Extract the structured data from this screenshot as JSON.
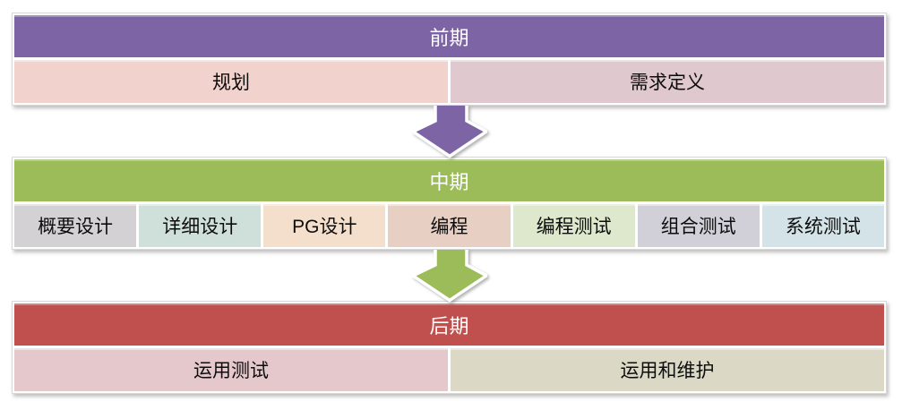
{
  "diagram": {
    "bands": [
      {
        "id": "early",
        "title": "前期",
        "header_color": "#7d64a5",
        "cells": [
          {
            "label": "规划",
            "bg": "#f2d2cc"
          },
          {
            "label": "需求定义",
            "bg": "#dfc8ce"
          }
        ]
      },
      {
        "id": "middle",
        "title": "中期",
        "header_color": "#9cbb59",
        "cells": [
          {
            "label": "概要设计",
            "bg": "#d3d1d3"
          },
          {
            "label": "详细设计",
            "bg": "#cfdfda"
          },
          {
            "label": "PG设计",
            "bg": "#f4dfcd"
          },
          {
            "label": "编程",
            "bg": "#e7cfc4"
          },
          {
            "label": "编程测试",
            "bg": "#dde8cc"
          },
          {
            "label": "组合测试",
            "bg": "#d1cfd8"
          },
          {
            "label": "系统测试",
            "bg": "#d4e3e7"
          }
        ]
      },
      {
        "id": "late",
        "title": "后期",
        "header_color": "#c0504d",
        "cells": [
          {
            "label": "运用测试",
            "bg": "#e5c8cc"
          },
          {
            "label": "运用和维护",
            "bg": "#dbd9c6"
          }
        ]
      }
    ],
    "arrows": [
      {
        "icon": "down-arrow-icon",
        "color": "#7d64a5"
      },
      {
        "icon": "down-arrow-icon",
        "color": "#9cbb59"
      }
    ]
  }
}
